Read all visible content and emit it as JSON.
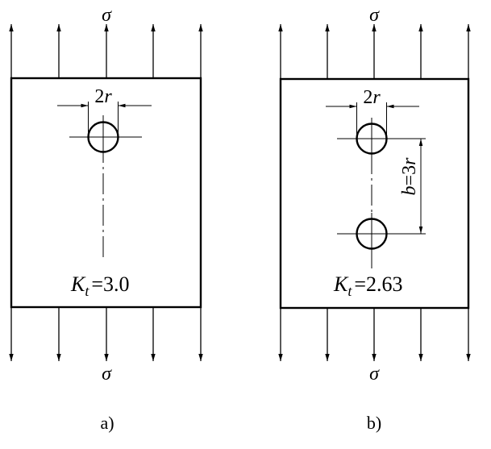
{
  "panels": [
    {
      "id": "a",
      "stress_top": "σ",
      "stress_bottom": "σ",
      "hole_dim": {
        "num": "2",
        "var": "r"
      },
      "kt": {
        "symbol": "K",
        "subscript": "t",
        "equals": "=",
        "value": "3.0"
      },
      "caption": "a)"
    },
    {
      "id": "b",
      "stress_top": "σ",
      "stress_bottom": "σ",
      "hole_dim": {
        "num": "2",
        "var": "r"
      },
      "spacing_dim": {
        "var": "b",
        "equals": "=",
        "num": "3",
        "var2": "r"
      },
      "kt": {
        "symbol": "K",
        "subscript": "t",
        "equals": "=",
        "value": "2.63"
      },
      "caption": "b)"
    }
  ]
}
